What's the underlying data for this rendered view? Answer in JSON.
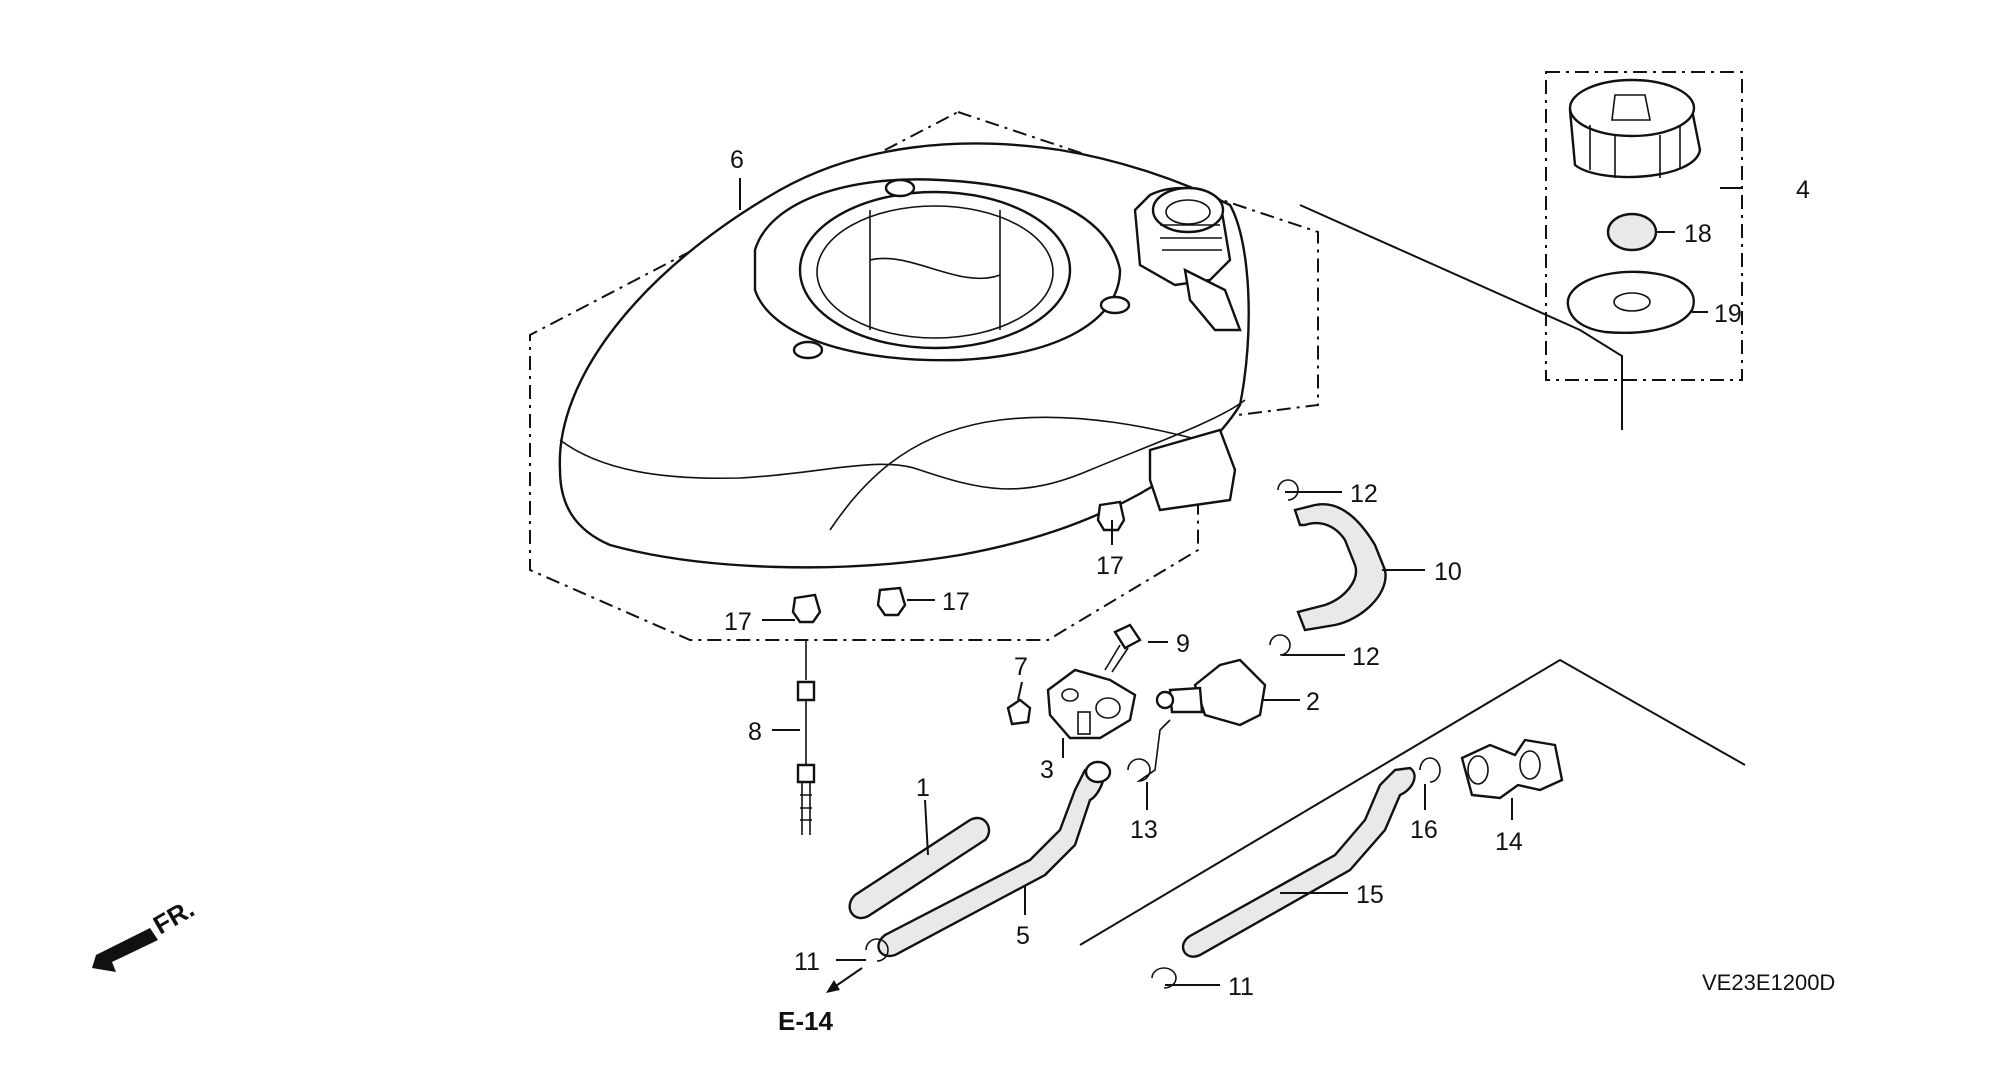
{
  "diagram": {
    "code": "VE23E1200D",
    "reference": "E-14",
    "direction_label": "FR.",
    "callouts": [
      {
        "id": "c1",
        "text": "1"
      },
      {
        "id": "c2",
        "text": "2"
      },
      {
        "id": "c3",
        "text": "3"
      },
      {
        "id": "c4",
        "text": "4"
      },
      {
        "id": "c5",
        "text": "5"
      },
      {
        "id": "c6",
        "text": "6"
      },
      {
        "id": "c7",
        "text": "7"
      },
      {
        "id": "c8",
        "text": "8"
      },
      {
        "id": "c9",
        "text": "9"
      },
      {
        "id": "c10",
        "text": "10"
      },
      {
        "id": "c11a",
        "text": "11"
      },
      {
        "id": "c11b",
        "text": "11"
      },
      {
        "id": "c12a",
        "text": "12"
      },
      {
        "id": "c12b",
        "text": "12"
      },
      {
        "id": "c13",
        "text": "13"
      },
      {
        "id": "c14",
        "text": "14"
      },
      {
        "id": "c15",
        "text": "15"
      },
      {
        "id": "c16",
        "text": "16"
      },
      {
        "id": "c17a",
        "text": "17"
      },
      {
        "id": "c17b",
        "text": "17"
      },
      {
        "id": "c17c",
        "text": "17"
      },
      {
        "id": "c18",
        "text": "18"
      },
      {
        "id": "c19",
        "text": "19"
      }
    ]
  },
  "colors": {
    "line": "#111111",
    "background": "#ffffff"
  }
}
